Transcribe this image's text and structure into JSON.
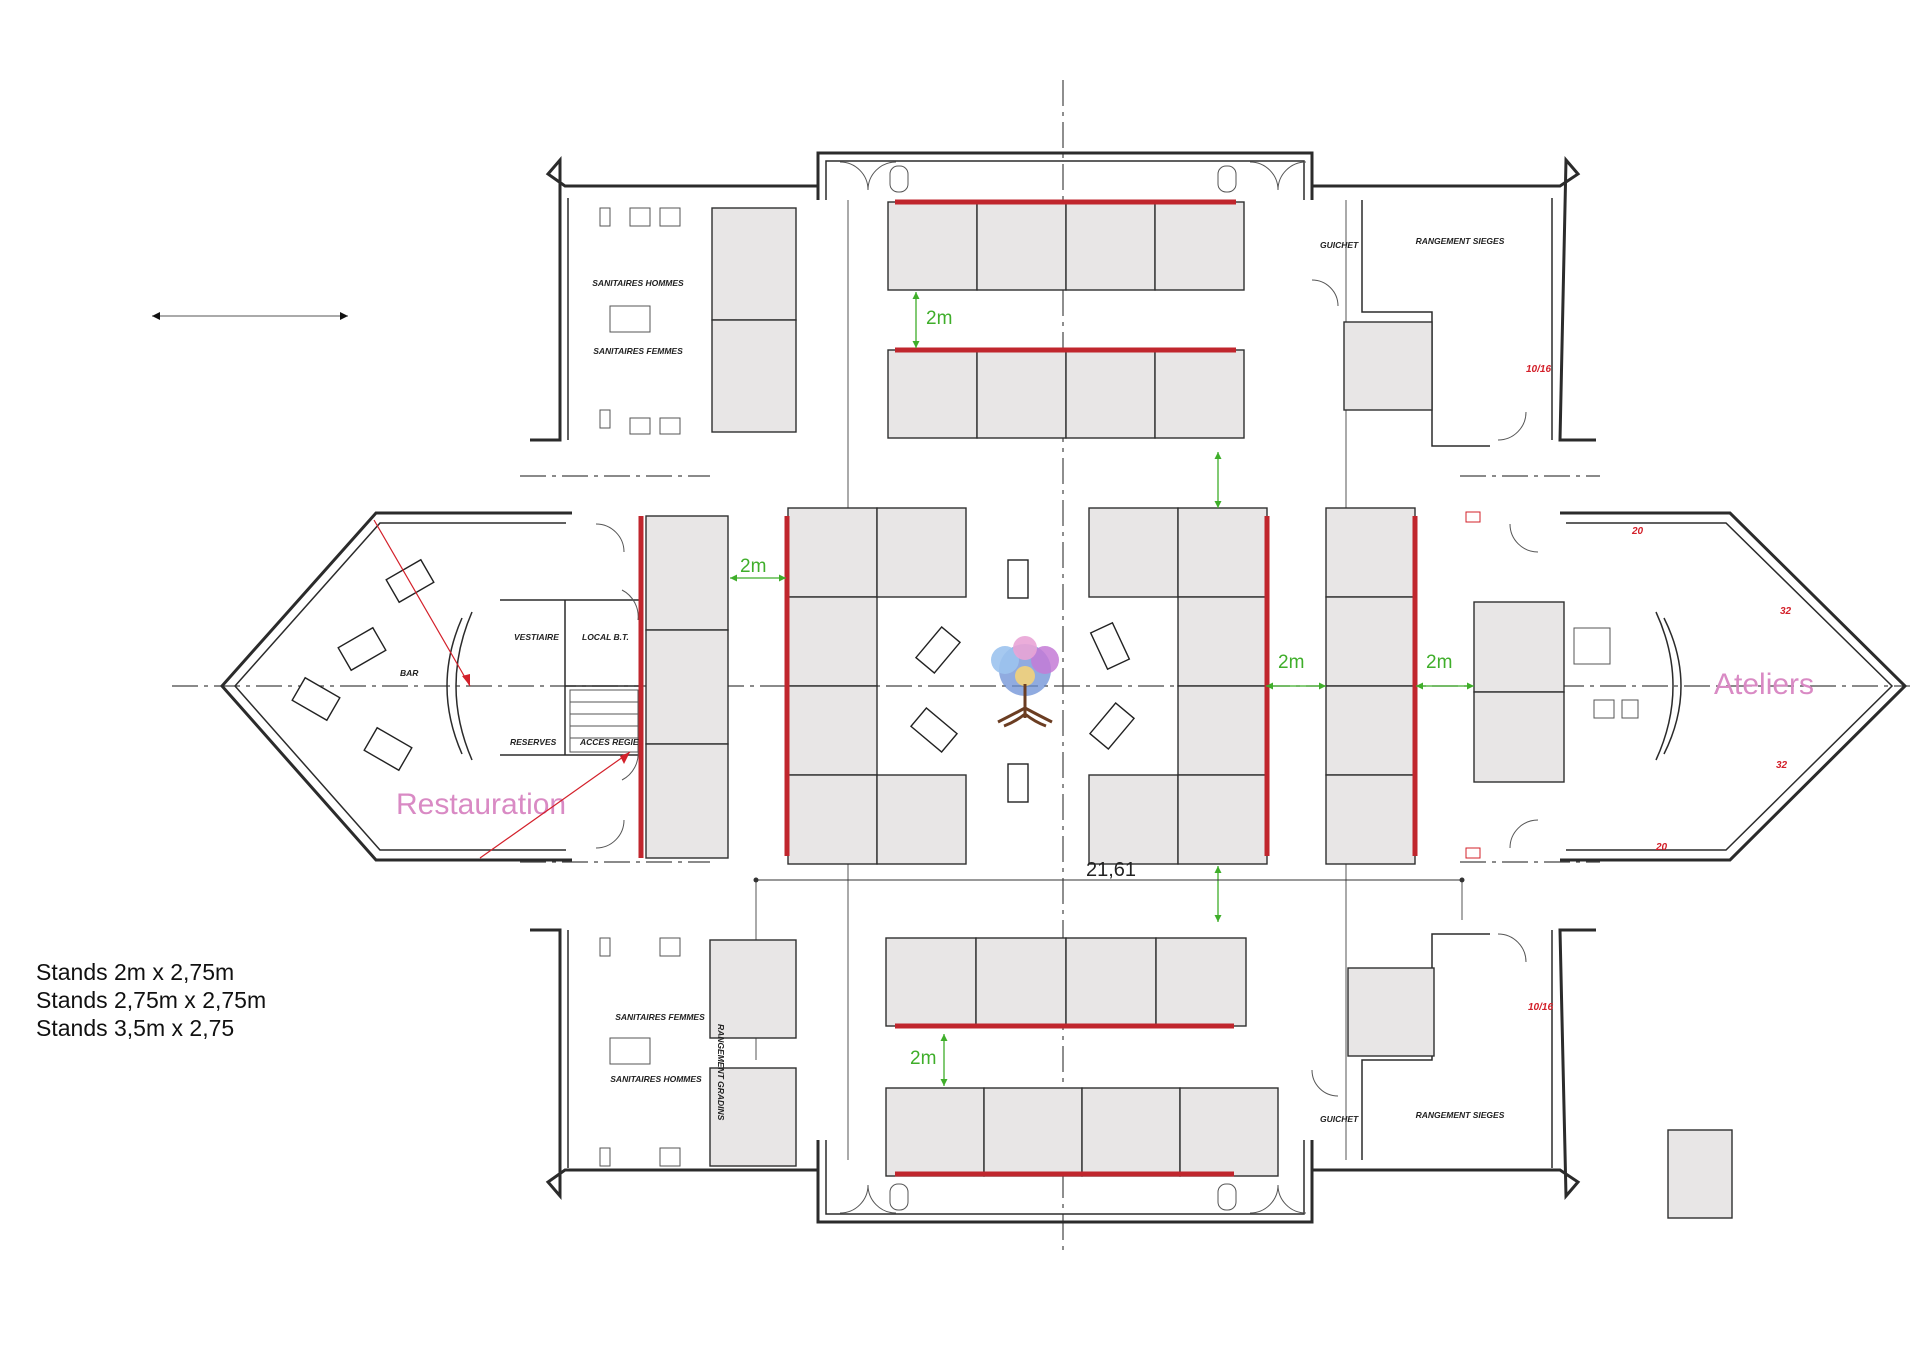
{
  "labels": {
    "zone_left": "Restauration",
    "zone_right": "Ateliers",
    "bar": "BAR",
    "vestiaire": "VESTIAIRE",
    "local_bt": "LOCAL B.T.",
    "reserves": "RESERVES",
    "acces_regie": "ACCES REGIE",
    "sanitaires_hommes": "SANITAIRES HOMMES",
    "sanitaires_femmes": "SANITAIRES FEMMES",
    "guichet": "GUICHET",
    "rangement_sieges": "RANGEMENT SIEGES",
    "rangement_gradins": "RANGEMENT GRADINS",
    "dimension": "21,61"
  },
  "spacing_label": "2m",
  "red_marks": {
    "door_10_16": "10/16",
    "door_20": "20",
    "door_32": "32"
  },
  "legend": [
    "Stands 2m x 2,75m",
    "Stands 2,75m x 2,75m",
    "Stands 3,5m x 2,75"
  ],
  "colors": {
    "stand_fill": "#e8e6e6",
    "partition": "#c0262d",
    "spacing_arrow": "#3fae2a",
    "zone_label": "#d98ac4",
    "door_mark": "#d3202a"
  }
}
